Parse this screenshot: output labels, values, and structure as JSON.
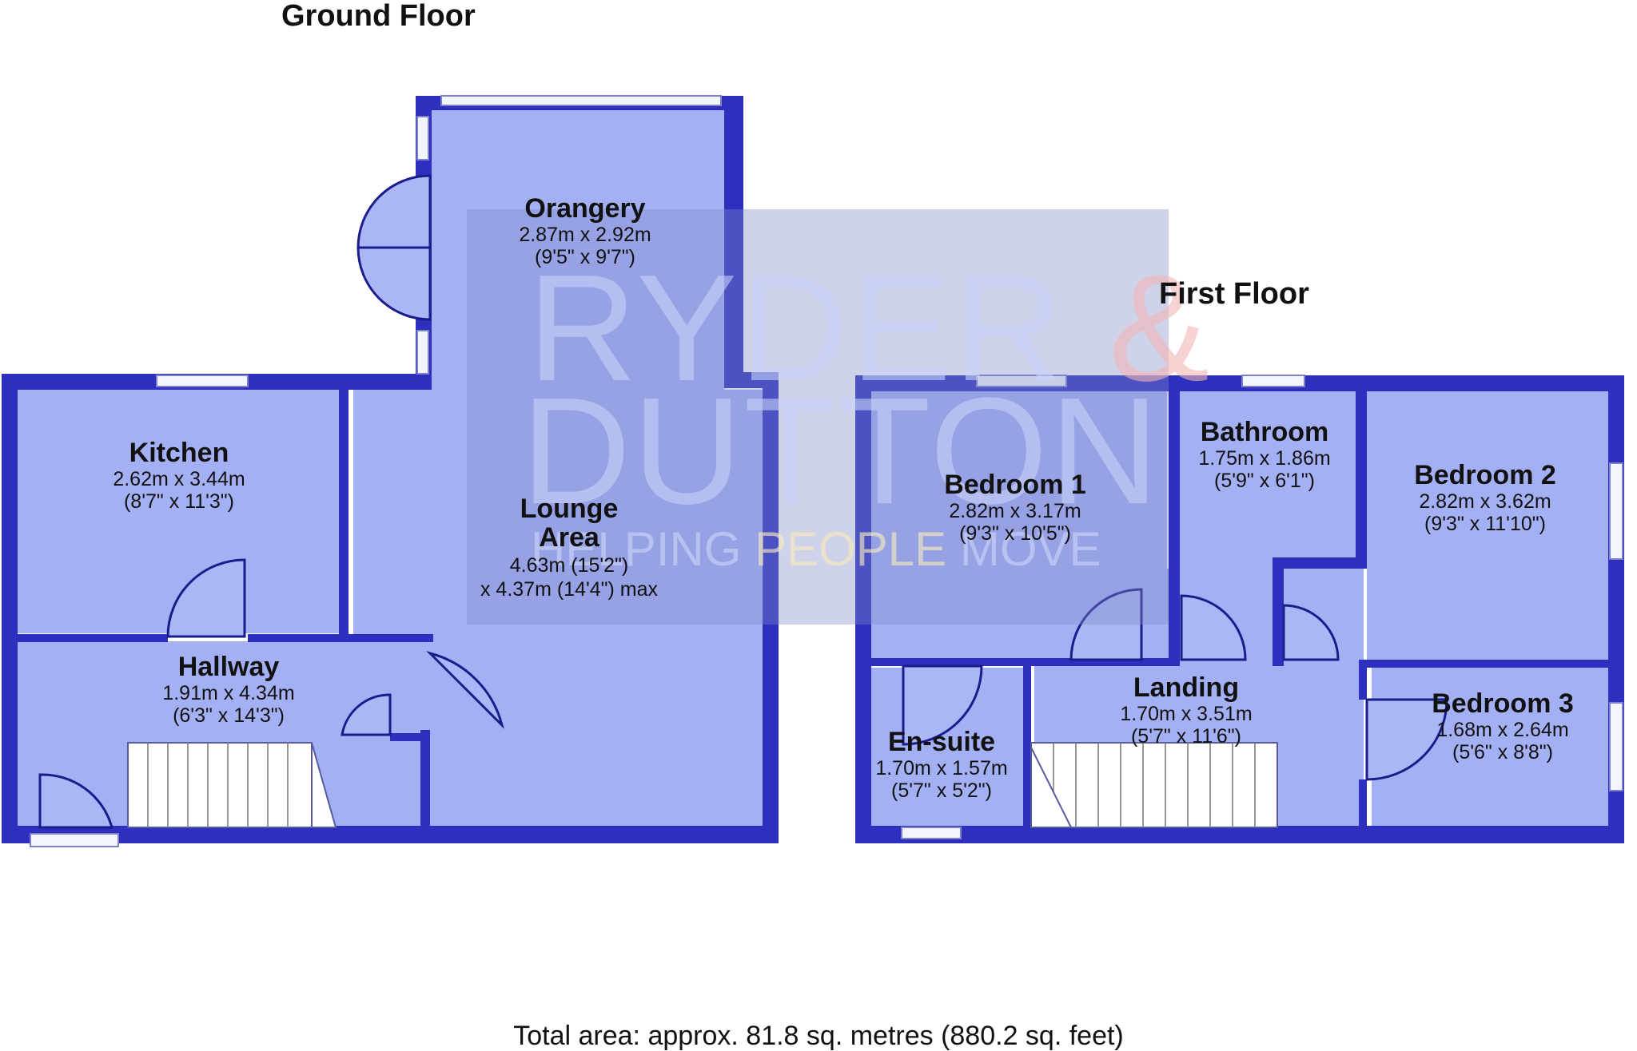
{
  "colors": {
    "wall": "#2d2fbe",
    "wall_dark": "#1a1c8c",
    "floor": "#a4b0f4",
    "window_fill": "#f4f6ff",
    "door_stroke": "#1a1c8c",
    "watermark_box": "#808cc8",
    "watermark_text": "#c9d2fb",
    "watermark_accent": "#f2b5b5"
  },
  "ground_floor": {
    "title": "Ground Floor",
    "rooms": [
      {
        "id": "orangery",
        "name": "Orangery",
        "dims": [
          "2.87m x 2.92m",
          "(9'5\" x 9'7\")"
        ]
      },
      {
        "id": "kitchen",
        "name": "Kitchen",
        "dims": [
          "2.62m x 3.44m",
          "(8'7\" x 11'3\")"
        ]
      },
      {
        "id": "lounge",
        "name": "Lounge",
        "name2": "Area",
        "dims": [
          "4.63m (15'2\")",
          "x 4.37m (14'4\") max"
        ]
      },
      {
        "id": "hallway",
        "name": "Hallway",
        "dims": [
          "1.91m x 4.34m",
          "(6'3\" x 14'3\")"
        ]
      }
    ]
  },
  "first_floor": {
    "title": "First Floor",
    "rooms": [
      {
        "id": "bedroom1",
        "name": "Bedroom 1",
        "dims": [
          "2.82m x 3.17m",
          "(9'3\" x 10'5\")"
        ]
      },
      {
        "id": "bathroom",
        "name": "Bathroom",
        "dims": [
          "1.75m x 1.86m",
          "(5'9\" x 6'1\")"
        ]
      },
      {
        "id": "bedroom2",
        "name": "Bedroom 2",
        "dims": [
          "2.82m x 3.62m",
          "(9'3\" x 11'10\")"
        ]
      },
      {
        "id": "landing",
        "name": "Landing",
        "dims": [
          "1.70m x 3.51m",
          "(5'7\" x 11'6\")"
        ]
      },
      {
        "id": "bedroom3",
        "name": "Bedroom 3",
        "dims": [
          "1.68m x 2.64m",
          "(5'6\" x 8'8\")"
        ]
      },
      {
        "id": "ensuite",
        "name": "En-suite",
        "dims": [
          "1.70m x 1.57m",
          "(5'7\" x 5'2\")"
        ]
      }
    ]
  },
  "watermark": {
    "line1_main": "RYDER",
    "line1_accent": "&",
    "line2": "DUTTON",
    "tagline_main": "HELPING ",
    "tagline_accent": "PEOPLE",
    "tagline_end": " MOVE"
  },
  "total_area": "Total area: approx. 81.8 sq. metres (880.2 sq. feet)"
}
